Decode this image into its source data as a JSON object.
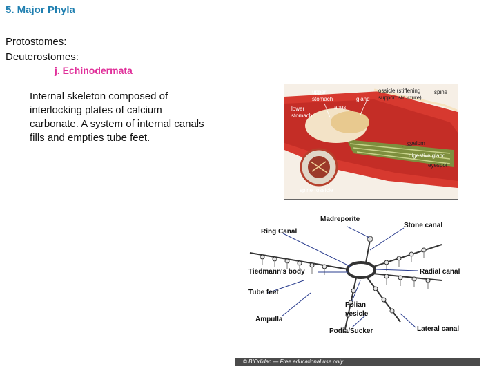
{
  "slide": {
    "title": "5. Major Phyla",
    "protostomes": "Protostomes:",
    "deuterostomes": "Deuterostomes:",
    "subheading": "j. Echinodermata",
    "description": "Internal skeleton composed of interlocking plates of calcium carbonate. A system of internal canals fills and empties tube feet."
  },
  "photo_labels": {
    "upper_stomach": "upper stomach",
    "gland": "gland",
    "anus": "anus",
    "lower_stomach": "lower stomach",
    "ossicle": "ossicle (stiffening support structure)",
    "spine_top": "spine",
    "coelom": "coelom",
    "digestive_gland": "digestive gland",
    "eyespot": "eyespot",
    "spine_bottom": "spine",
    "ossicle_bottom": "ossicle"
  },
  "diagram_labels": {
    "madreporite": "Madreporite",
    "ring_canal": "Ring Canal",
    "stone_canal": "Stone canal",
    "tiedmanns_body": "Tiedmann's body",
    "radial_canal": "Radial canal",
    "tube_feet": "Tube feet",
    "polian_vesicle": "Polian vesicle",
    "ampulla": "Ampulla",
    "podia_sucker": "Podia/Sucker",
    "lateral_canal": "Lateral canal"
  },
  "copyright": "© BIOdidac — Free educational use only",
  "colors": {
    "title": "#1f7fb0",
    "subheading": "#e0309a",
    "photo_body": "#d7392f"
  }
}
